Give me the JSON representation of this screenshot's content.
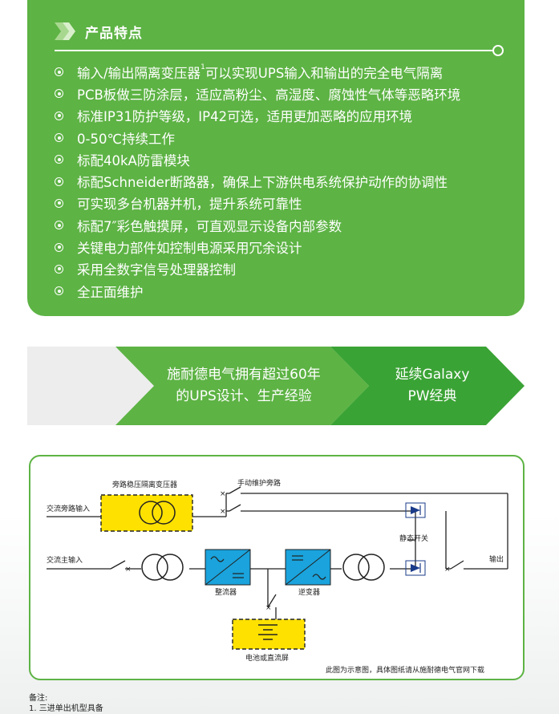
{
  "features": {
    "title": "产品特点",
    "items": [
      {
        "text": "输入/输出隔离变压器",
        "sup": "1",
        "rest": "可以实现UPS输入和输出的完全电气隔离"
      },
      {
        "text": "PCB板做三防涂层，适应高粉尘、高湿度、腐蚀性气体等恶略环境"
      },
      {
        "text": "标准IP31防护等级，IP42可选，适用更加恶略的应用环境"
      },
      {
        "text": "0-50℃持续工作"
      },
      {
        "text": "标配40kA防雷模块"
      },
      {
        "text": "标配Schneider断路器，确保上下游供电系统保护动作的协调性"
      },
      {
        "text": "可实现多台机器并机，提升系统可靠性"
      },
      {
        "text": "标配7″彩色触摸屏，可直观显示设备内部参数"
      },
      {
        "text": "关键电力部件如控制电源采用冗余设计"
      },
      {
        "text": "采用全数字信号处理器控制"
      },
      {
        "text": "全正面维护"
      }
    ]
  },
  "banner": {
    "mid_line1": "施耐德电气拥有超过60年",
    "mid_line2": "的UPS设计、生产经验",
    "right_line1": "延续Galaxy",
    "right_line2": "PW经典"
  },
  "diagram": {
    "bypass_transformer": "旁路稳压隔离变压器",
    "manual_bypass": "手动维护旁路",
    "ac_bypass_input": "交流旁路输入",
    "ac_main_input": "交流主输入",
    "static_switch": "静态开关",
    "output": "输出",
    "rectifier": "整流器",
    "inverter": "逆变器",
    "battery": "电池或直流屏",
    "caption": "此图为示意图，具体图纸请从施耐德电气官网下载"
  },
  "notes": {
    "heading": "备注:",
    "line1": "1. 三进单出机型具备"
  },
  "colors": {
    "brand_green": "#5db344",
    "dark_green": "#3aa335",
    "yellow": "#ffe100",
    "blue": "#1aa3dc"
  }
}
